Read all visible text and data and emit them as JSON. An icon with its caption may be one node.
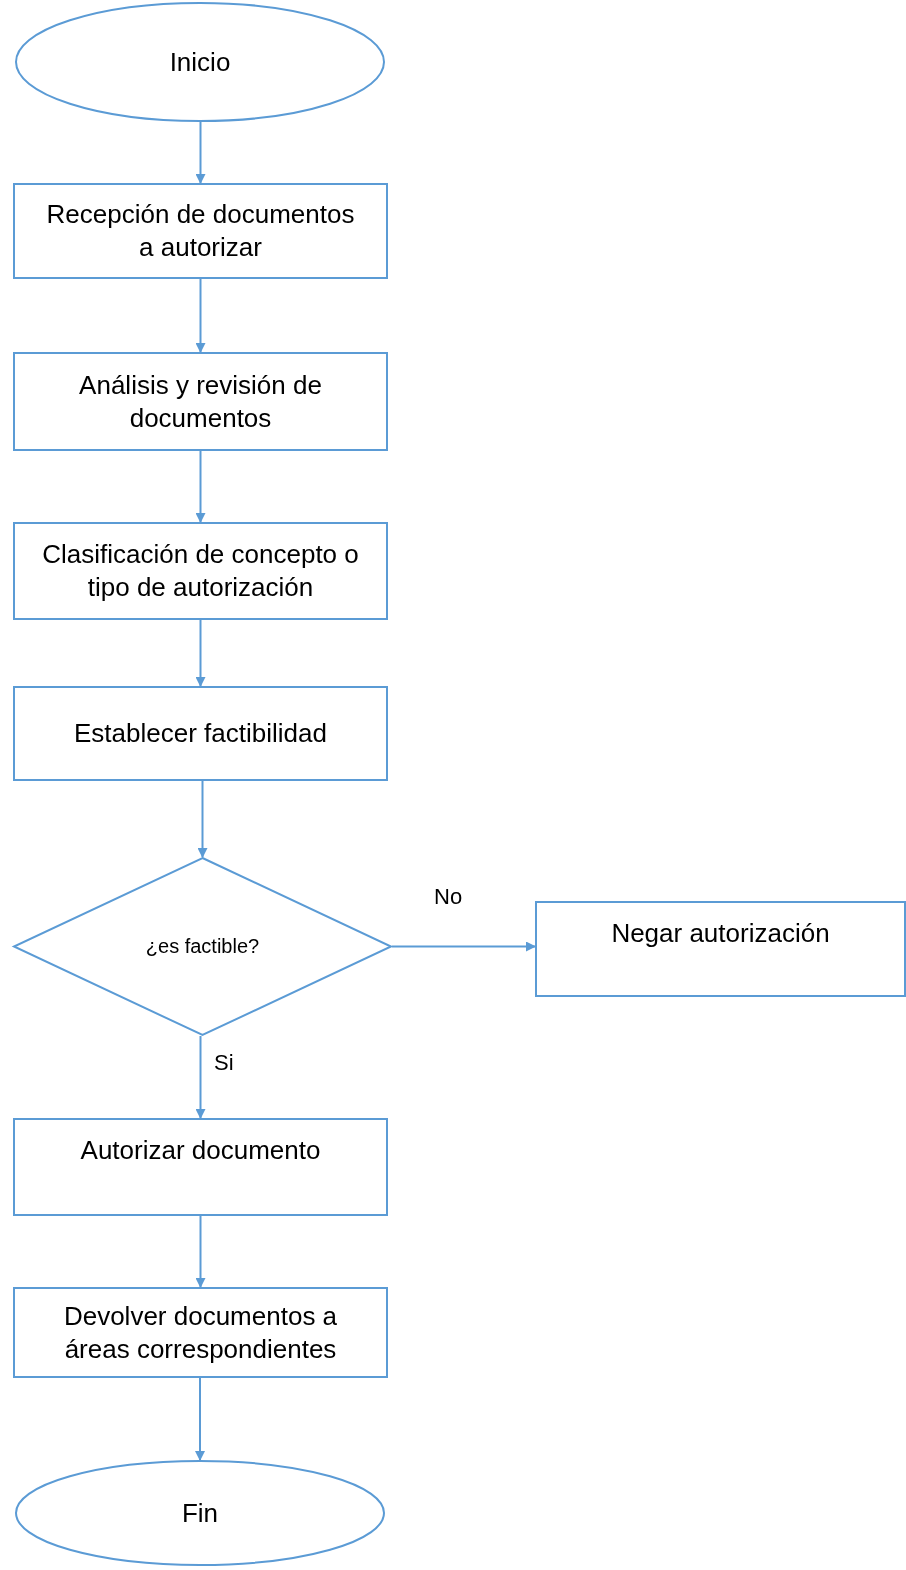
{
  "diagram": {
    "nodes": [
      {
        "text": [
          "Inicio"
        ]
      },
      {
        "text": [
          "Recepción de documentos a autorizar"
        ]
      },
      {
        "text": [
          "Análisis y revisión de documentos"
        ]
      },
      {
        "text": [
          "Clasificación de concepto o tipo de autorización"
        ]
      },
      {
        "text": [
          "Establecer factibilidad"
        ]
      },
      {
        "text": [
          "¿es factible?"
        ]
      },
      {
        "text": [
          "Negar autorización"
        ]
      },
      {
        "text": [
          "Autorizar documento"
        ]
      },
      {
        "text": [
          "Devolver documentos a áreas correspondientes"
        ]
      },
      {
        "text": [
          "Fin"
        ]
      }
    ],
    "edges": [
      {
        "from": 0,
        "to": 1,
        "arrow": "to"
      },
      {
        "from": 1,
        "to": 2,
        "arrow": "to"
      },
      {
        "from": 2,
        "to": 3,
        "arrow": "to"
      },
      {
        "from": 3,
        "to": 4,
        "arrow": "to"
      },
      {
        "from": 4,
        "to": 5,
        "arrow": "to"
      },
      {
        "from": 5,
        "to": 6,
        "label": "No",
        "arrow": "to"
      },
      {
        "from": 5,
        "to": 7,
        "label": "Si",
        "arrow": "to"
      },
      {
        "from": 7,
        "to": 8,
        "arrow": "to"
      },
      {
        "from": 8,
        "to": 9,
        "arrow": "to"
      }
    ]
  }
}
